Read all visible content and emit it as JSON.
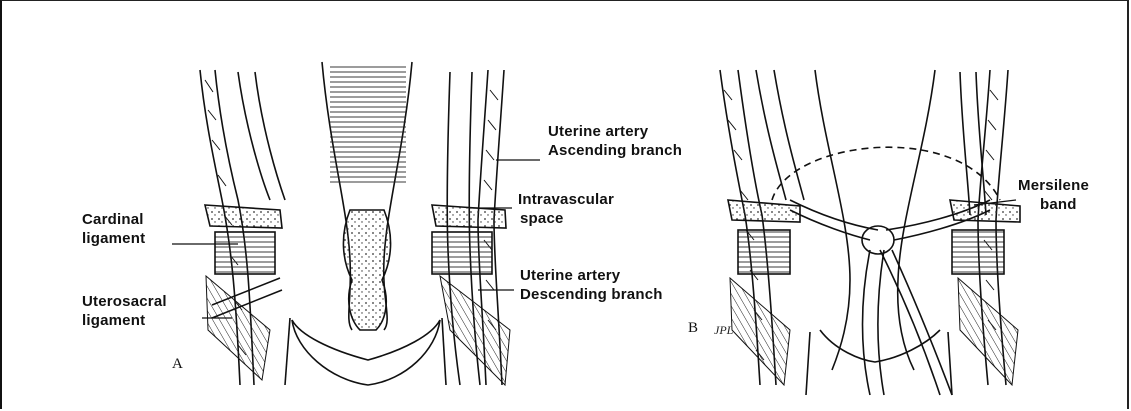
{
  "panel_a": {
    "letter": "A",
    "labels": {
      "uterine_ascending_line1": "Uterine artery",
      "uterine_ascending_line2": "Ascending branch",
      "intravascular_line1": "Intravascular",
      "intravascular_line2": "space",
      "cardinal_line1": "Cardinal",
      "cardinal_line2": "ligament",
      "uterine_descending_line1": "Uterine artery",
      "uterine_descending_line2": "Descending branch",
      "uterosacral_line1": "Uterosacral",
      "uterosacral_line2": "ligament"
    }
  },
  "panel_b": {
    "letter": "B",
    "signature": "JPL",
    "labels": {
      "mersilene_line1": "Mersilene",
      "mersilene_line2": "band"
    }
  },
  "colors": {
    "ink": "#111111",
    "paper": "#ffffff"
  }
}
